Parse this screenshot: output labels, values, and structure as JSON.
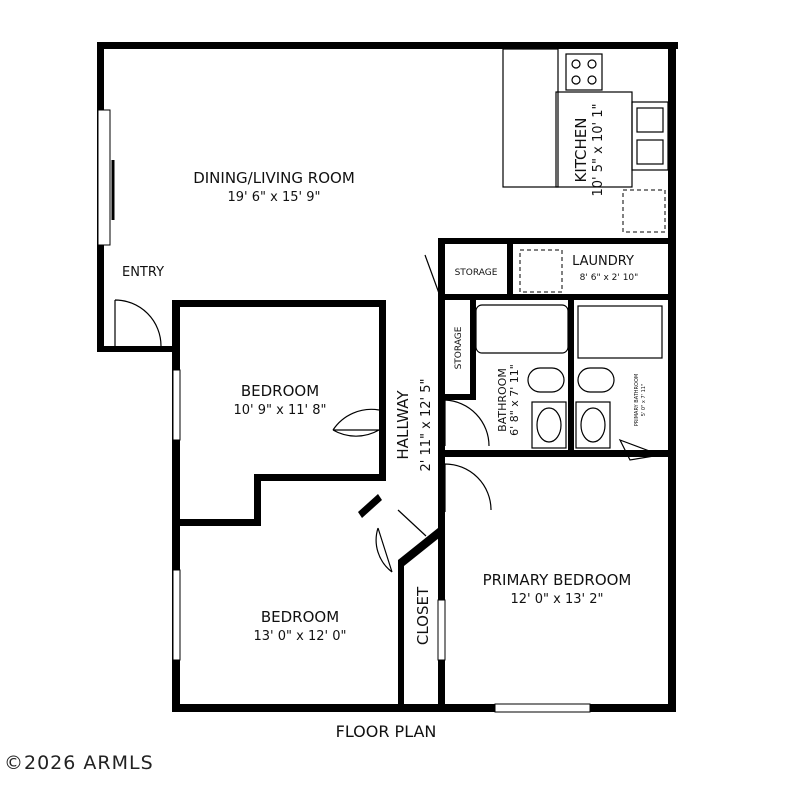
{
  "rooms": {
    "dining_living": {
      "name": "DINING/LIVING ROOM",
      "size": "19' 6\" x 15' 9\""
    },
    "kitchen": {
      "name": "KITCHEN",
      "size": "10' 5\" x 10' 1\""
    },
    "entry": {
      "name": "ENTRY"
    },
    "storage_1": {
      "name": "STORAGE"
    },
    "laundry": {
      "name": "LAUNDRY",
      "size": "8' 6\" x 2' 10\""
    },
    "storage_2": {
      "name": "STORAGE"
    },
    "bedroom_1": {
      "name": "BEDROOM",
      "size": "10' 9\" x 11' 8\""
    },
    "hallway": {
      "name": "HALLWAY",
      "size": "2' 11\" x 12' 5\""
    },
    "bathroom": {
      "name": "BATHROOM",
      "size": "6' 8\" x 7' 11\""
    },
    "primary_bathroom": {
      "name": "PRIMARY BATHROOM",
      "size": "5' 0\" x 7' 11\""
    },
    "bedroom_2": {
      "name": "BEDROOM",
      "size": "13' 0\" x 12' 0\""
    },
    "closet": {
      "name": "CLOSET"
    },
    "primary_bedroom": {
      "name": "PRIMARY BEDROOM",
      "size": "12' 0\" x 13' 2\""
    }
  },
  "title": "FLOOR PLAN",
  "watermark": "©2026 ARMLS"
}
